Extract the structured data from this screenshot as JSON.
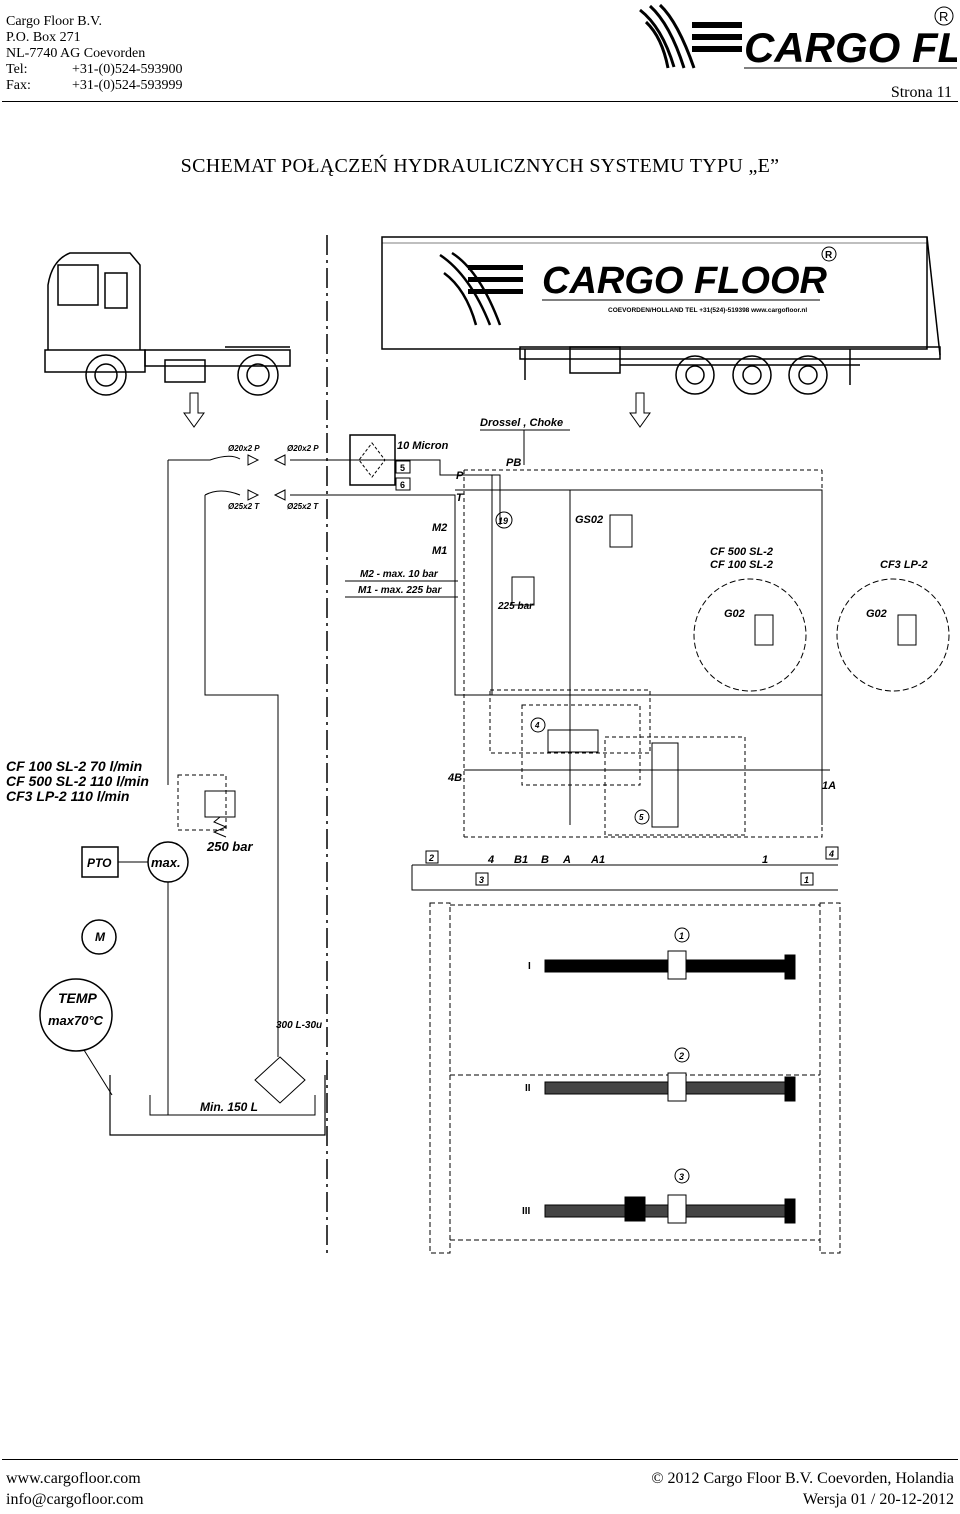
{
  "header": {
    "company": "Cargo Floor B.V.",
    "pobox": "P.O. Box 271",
    "city": "NL-7740 AG Coevorden",
    "tel_label": "Tel:",
    "tel": "+31-(0)524-593900",
    "fax_label": "Fax:",
    "fax": "+31-(0)524-593999",
    "logo_text": "CARGO FLOOR",
    "logo_mark": "R",
    "page_label": "Strona 11"
  },
  "title": "SCHEMAT POŁĄCZEŃ HYDRAULICZNYCH SYSTEMU TYPU „E”",
  "diagram": {
    "trailer_logo": "CARGO FLOOR",
    "trailer_logo_mark": "R",
    "trailer_sub": "COEVORDEN/HOLLAND TEL +31(524)-519398 www.cargofloor.nl",
    "choke": "Drossel , Choke",
    "pb": "PB",
    "micron": "10 Micron",
    "n5": "5",
    "n6": "6",
    "p": "P",
    "t": "T",
    "m2": "M2",
    "m1": "M1",
    "m2max": "M2 - max. 10 bar",
    "m1max": "M1 - max. 225 bar",
    "n19": "19",
    "gs02": "GS02",
    "bar225": "225 bar",
    "pipe_p1": "Ø20x2 P",
    "pipe_p2": "Ø20x2 P",
    "pipe_t1": "Ø25x2 T",
    "pipe_t2": "Ø25x2 T",
    "cf500": "CF 500 SL-2",
    "cf100": "CF 100 SL-2",
    "cf3": "CF3 LP-2",
    "g02a": "G02",
    "g02b": "G02",
    "flow1": "CF 100 SL-2  70 l/min",
    "flow2": "CF 500 SL-2 110 l/min",
    "flow3": "CF3 LP-2 110 l/min",
    "bar250": "250 bar",
    "pto": "PTO",
    "max": "max.",
    "m": "M",
    "temp": "TEMP",
    "max70": "max70°C",
    "filter": "300 L-30u",
    "min150": "Min.  150  L",
    "n4": "4",
    "n4b": "4B",
    "n1a": "1A",
    "n5b": "5",
    "ports": [
      "4",
      "B1",
      "B",
      "A",
      "A1",
      "1"
    ],
    "b2": "2",
    "b3": "3",
    "b1": "1",
    "b4": "4",
    "cyl1": "1",
    "cyl2": "2",
    "cyl3": "3",
    "roman1": "I",
    "roman2": "II",
    "roman3": "III"
  },
  "footer": {
    "web": "www.cargofloor.com",
    "email": "info@cargofloor.com",
    "copyright": "© 2012 Cargo Floor B.V. Coevorden, Holandia",
    "version": "Wersja  01 / 20-12-2012"
  }
}
